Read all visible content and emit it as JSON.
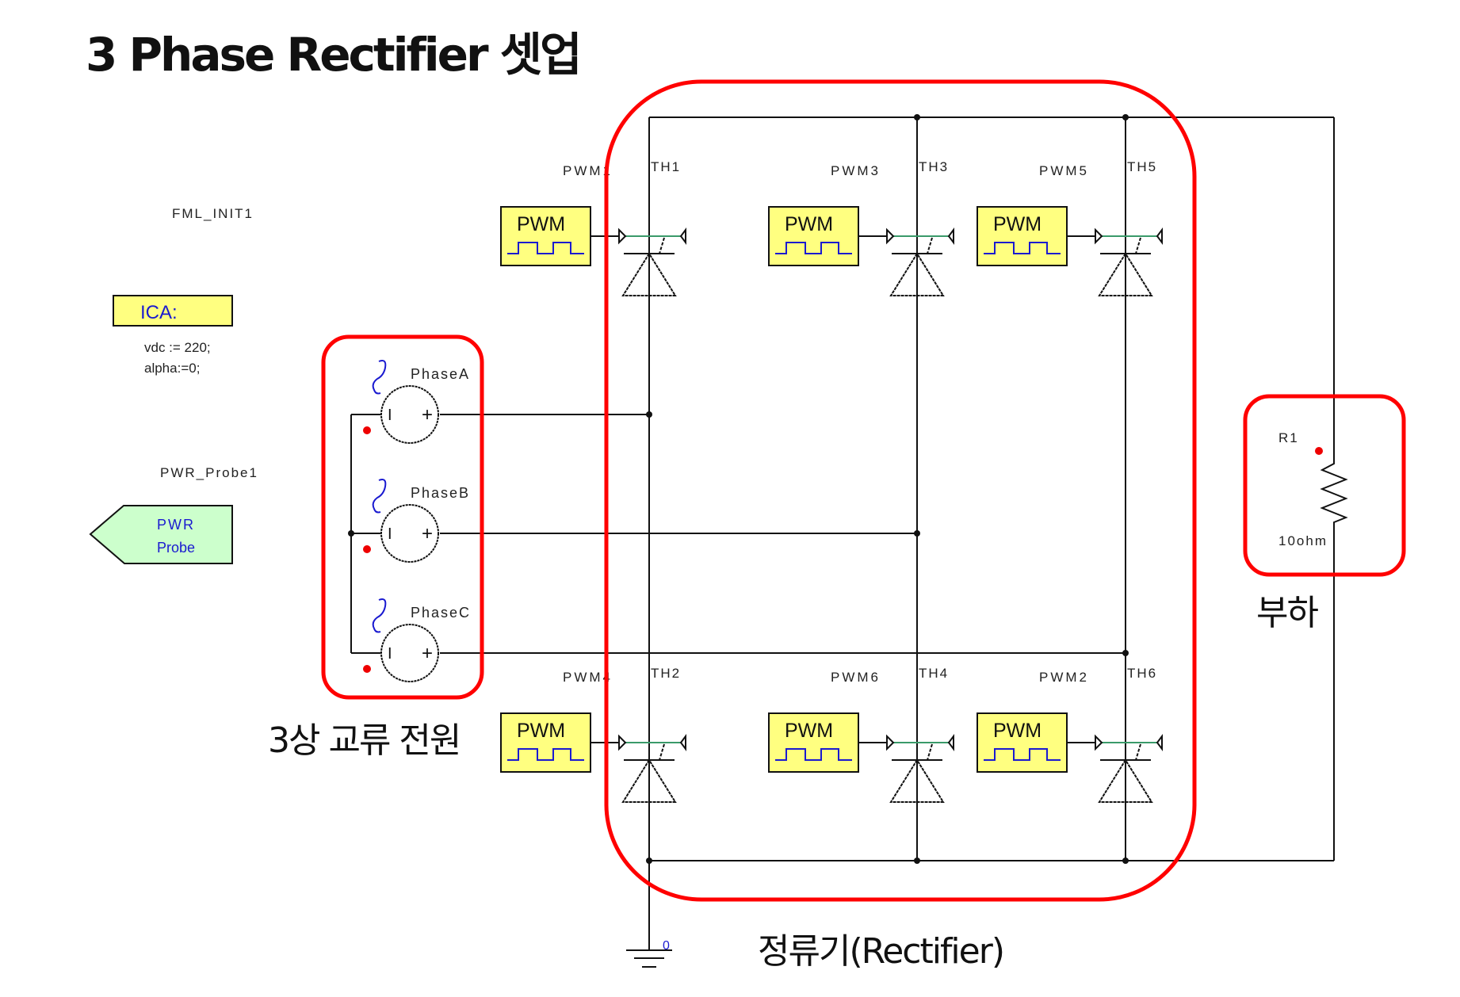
{
  "title": "3 Phase Rectifier 셋업",
  "annotations": {
    "source": "3상 교류 전원",
    "rectifier": "정류기(Rectifier)",
    "load": "부하"
  },
  "fml_init": {
    "name": "FML_INIT1",
    "block_label": "ICA:",
    "code_lines": [
      "vdc := 220;",
      "alpha:=0;"
    ]
  },
  "probe": {
    "name": "PWR_Probe1",
    "line1": "PWR",
    "line2": "Probe"
  },
  "sources": [
    {
      "name": "PhaseA",
      "minus": "I",
      "plus": "+"
    },
    {
      "name": "PhaseB",
      "minus": "I",
      "plus": "+"
    },
    {
      "name": "PhaseC",
      "minus": "I",
      "plus": "+"
    }
  ],
  "pwm_block_label": "PWM",
  "thyristors": [
    {
      "name": "TH1",
      "pwm": "PWM1"
    },
    {
      "name": "TH3",
      "pwm": "PWM3"
    },
    {
      "name": "TH5",
      "pwm": "PWM5"
    },
    {
      "name": "TH2",
      "pwm": "PWM4"
    },
    {
      "name": "TH4",
      "pwm": "PWM6"
    },
    {
      "name": "TH6",
      "pwm": "PWM2"
    }
  ],
  "resistor": {
    "name": "R1",
    "value": "10ohm"
  },
  "ground": {
    "label": "0"
  },
  "colors": {
    "highlight": "#ff0000",
    "block_fill": "#ffff80",
    "probe_fill": "#ccffcc",
    "gate_wire": "#3a9a6a",
    "wave": "#1a1ad0"
  }
}
